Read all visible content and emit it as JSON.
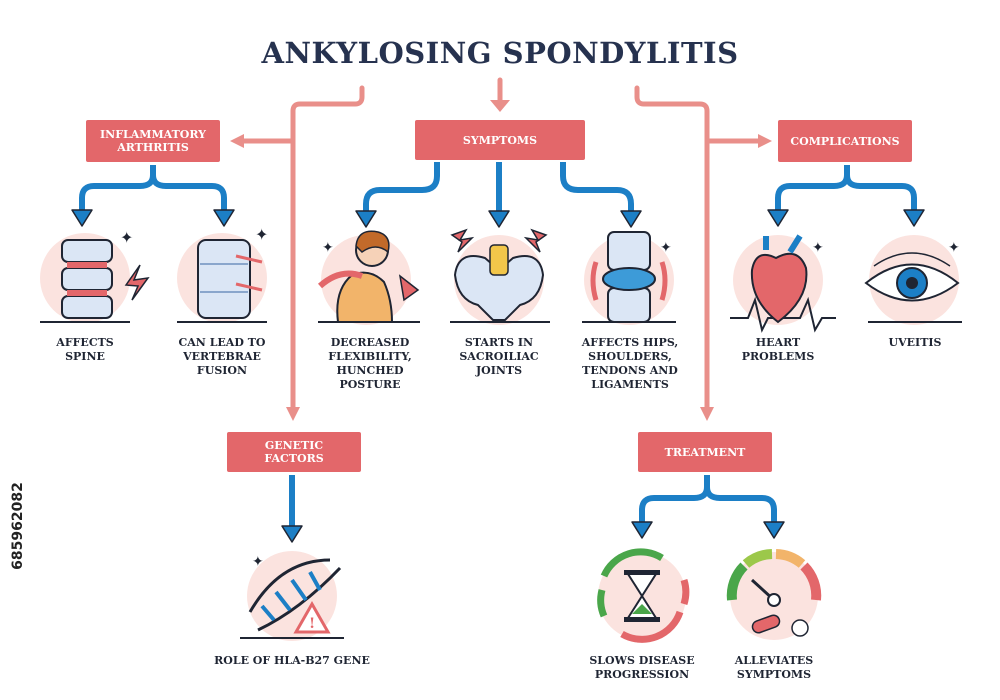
{
  "title": "ANKYLOSING SPONDYLITIS",
  "side_code": "685962082",
  "colors": {
    "box": "#e3676a",
    "connector": "#e98f8a",
    "arrow": "#1c7fc6",
    "icon_bg": "#fbe3df",
    "outline": "#1f2533"
  },
  "categories": {
    "inflammatory": "INFLAMMATORY\nARTHRITIS",
    "symptoms": "SYMPTOMS",
    "complications": "COMPLICATIONS",
    "genetic": "GENETIC\nFACTORS",
    "treatment": "TREATMENT"
  },
  "items": {
    "affects_spine": "AFFECTS\nSPINE",
    "vertebrae_fusion": "CAN LEAD TO\nVERTEBRAE\nFUSION",
    "decreased_flexibility": "DECREASED\nFLEXIBILITY,\nHUNCHED POSTURE",
    "sacroiliac": "STARTS IN\nSACROILIAC\nJOINTS",
    "hips_shoulders": "AFFECTS HIPS,\nSHOULDERS,\nTENDONS AND\nLIGAMENTS",
    "heart_problems": "HEART PROBLEMS",
    "uveitis": "UVEITIS",
    "hla_b27": "ROLE OF HLA-B27 GENE",
    "slows_progression": "SLOWS DISEASE\nPROGRESSION",
    "alleviates_symptoms": "ALLEVIATES\nSYMPTOMS"
  }
}
